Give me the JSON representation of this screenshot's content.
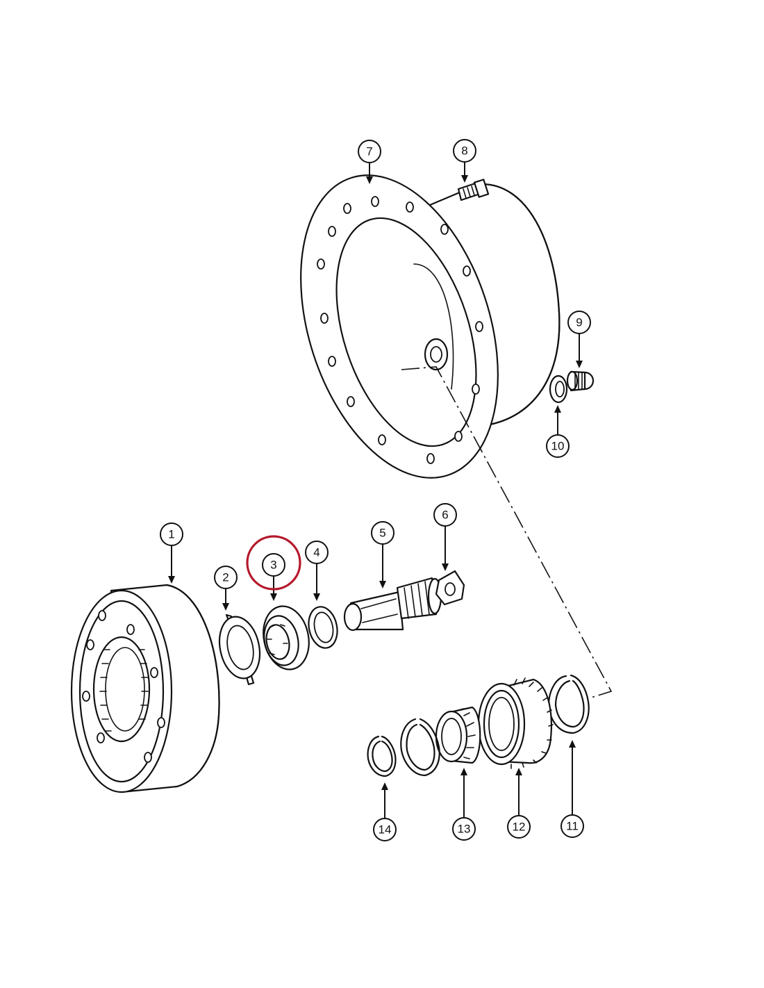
{
  "figure": {
    "callouts": [
      {
        "id": "1",
        "label": "1"
      },
      {
        "id": "2",
        "label": "2"
      },
      {
        "id": "3",
        "label": "3"
      },
      {
        "id": "4",
        "label": "4"
      },
      {
        "id": "5",
        "label": "5"
      },
      {
        "id": "6",
        "label": "6"
      },
      {
        "id": "7",
        "label": "7"
      },
      {
        "id": "8",
        "label": "8"
      },
      {
        "id": "9",
        "label": "9"
      },
      {
        "id": "10",
        "label": "10"
      },
      {
        "id": "11",
        "label": "11"
      },
      {
        "id": "12",
        "label": "12"
      },
      {
        "id": "13",
        "label": "13"
      },
      {
        "id": "14",
        "label": "14"
      }
    ],
    "highlighted_callout": "3",
    "highlight_color": "#b5182b",
    "line_color": "#111111",
    "background_color": "#ffffff"
  }
}
